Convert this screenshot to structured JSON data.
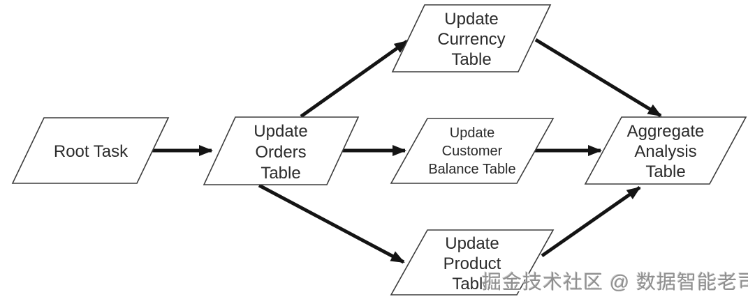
{
  "diagram": {
    "type": "dag-flowchart",
    "background_color": "#ffffff",
    "node_shape": "parallelogram",
    "colors": {
      "node_border": "#3d3d3d",
      "node_fill": "#ffffff",
      "text": "#2b2b2b",
      "arrow": "#141414"
    },
    "nodes": [
      {
        "id": "root-task",
        "label": "Root Task",
        "lines": [
          "Root Task"
        ]
      },
      {
        "id": "update-orders-table",
        "label": "Update Orders Table",
        "lines": [
          "Update",
          "Orders",
          "Table"
        ]
      },
      {
        "id": "update-currency-table",
        "label": "Update Currency Table",
        "lines": [
          "Update",
          "Currency",
          "Table"
        ]
      },
      {
        "id": "update-customer-balance-table",
        "label": "Update Customer Balance Table",
        "lines": [
          "Update",
          "Customer",
          "Balance Table"
        ]
      },
      {
        "id": "update-product-table",
        "label": "Update Product Table",
        "lines": [
          "Update",
          "Product",
          "Table"
        ]
      },
      {
        "id": "aggregate-analysis-table",
        "label": "Aggregate Analysis Table",
        "lines": [
          "Aggregate",
          "Analysis",
          "Table"
        ]
      }
    ],
    "edges": [
      {
        "from": "root-task",
        "to": "update-orders-table"
      },
      {
        "from": "update-orders-table",
        "to": "update-currency-table"
      },
      {
        "from": "update-orders-table",
        "to": "update-customer-balance-table"
      },
      {
        "from": "update-orders-table",
        "to": "update-product-table"
      },
      {
        "from": "update-currency-table",
        "to": "aggregate-analysis-table"
      },
      {
        "from": "update-customer-balance-table",
        "to": "aggregate-analysis-table"
      },
      {
        "from": "update-product-table",
        "to": "aggregate-analysis-table"
      }
    ]
  },
  "watermark": {
    "text": "掘金技术社区 @ 数据智能老司机",
    "color": "#8f8f8f"
  }
}
